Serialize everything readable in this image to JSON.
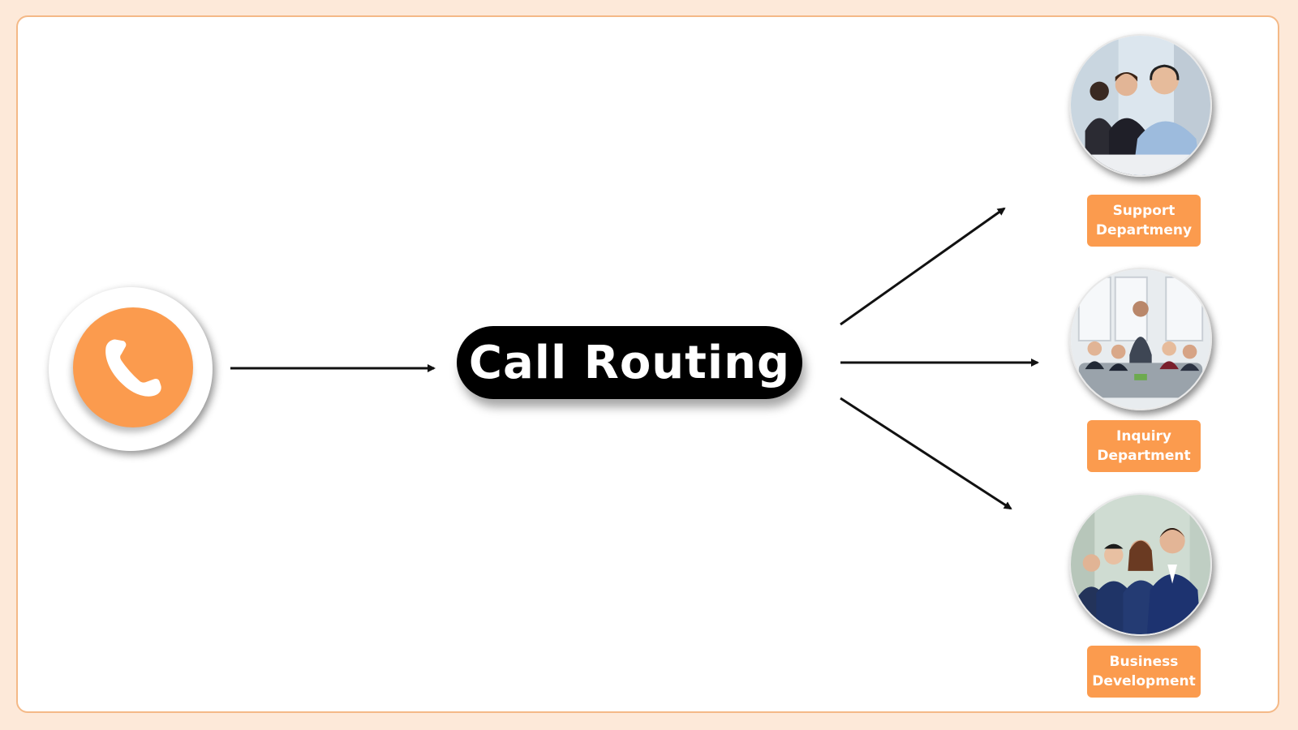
{
  "diagram": {
    "center_label": "Call Routing",
    "departments": [
      {
        "label": "Support Departmeny"
      },
      {
        "label": "Inquiry Department"
      },
      {
        "label": "Business Development"
      }
    ]
  },
  "colors": {
    "accent": "#FB9B4E",
    "frame_border": "#F4B987",
    "background": "#FDE9D9",
    "pill": "#000000",
    "arrow": "#111111"
  },
  "icons": {
    "source": "phone-icon"
  }
}
